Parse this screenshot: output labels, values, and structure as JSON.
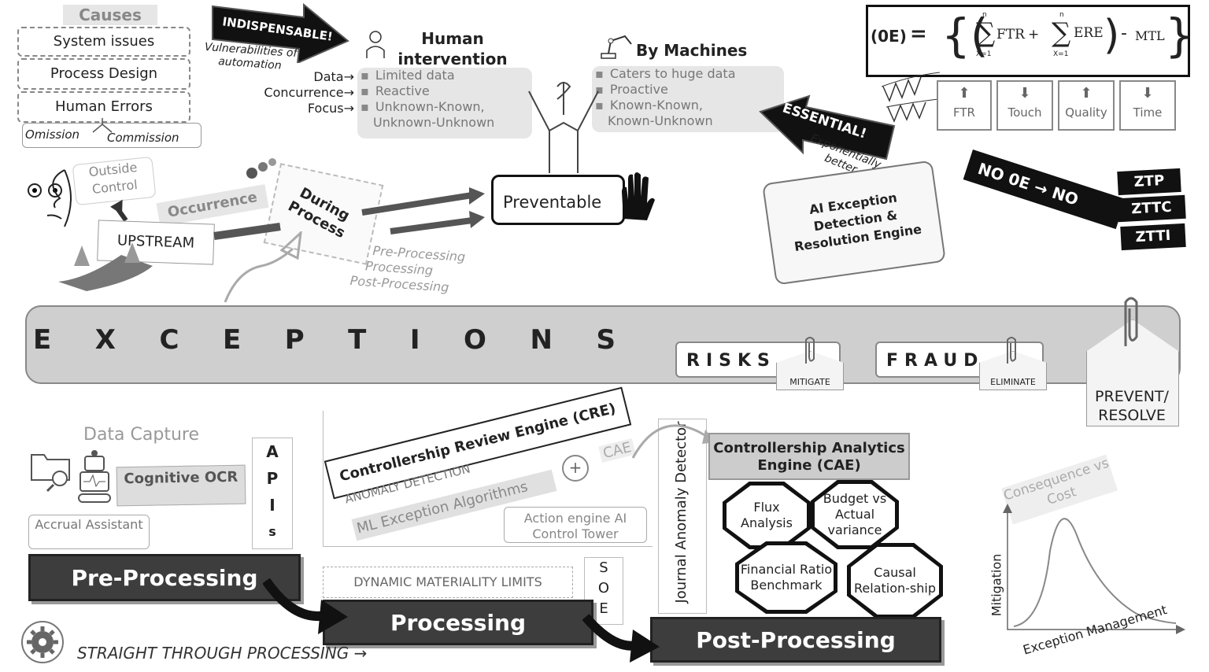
{
  "causes": {
    "title": "Causes",
    "items": [
      "System issues",
      "Process Design",
      "Human Errors"
    ],
    "sub": [
      "Omission",
      "Commission"
    ]
  },
  "indispensable": {
    "arrow_label": "INDISPENSABLE!",
    "note": "Vulnerabilities of automation"
  },
  "human": {
    "title": "Human intervention",
    "row_labels": [
      "Data",
      "Concurrence",
      "Focus"
    ],
    "items": [
      "Limited data",
      "Reactive",
      "Unknown-Known,",
      "Unknown-Unknown"
    ]
  },
  "machines": {
    "title": "By Machines",
    "items": [
      "Caters to huge data",
      "Proactive",
      "Known-Known,",
      "Known-Unknown"
    ]
  },
  "essential": {
    "arrow_label": "ESSENTIAL!",
    "note": "Exponentially better"
  },
  "formula": {
    "lhs": "(0E)",
    "eq": "=",
    "ftr": "FTR",
    "plus": "+",
    "ere": "ERE",
    "mtl": "MTL",
    "minus": "-",
    "n": "n",
    "x1": "X=1"
  },
  "metrics": [
    "FTR",
    "Touch",
    "Quality",
    "Time"
  ],
  "no0e": {
    "label": "NO 0E → NO",
    "tags": [
      "ZTP",
      "ZTTC",
      "ZTTI"
    ]
  },
  "left_mid": {
    "outside": "Outside Control",
    "occurrence": "Occurrence",
    "upstream": "UPSTREAM",
    "during": "During Process",
    "stages": [
      "Pre-Processing",
      "Processing",
      "Post-Processing"
    ]
  },
  "preventable": "Preventable",
  "ai_engine": "AI Exception Detection & Resolution Engine",
  "exceptions": {
    "letters": [
      "E",
      "X",
      "C",
      "E",
      "P",
      "T",
      "I",
      "O",
      "N",
      "S"
    ],
    "risks": "RISKS",
    "risks_tag": "MITIGATE",
    "fraud": "FRAUD",
    "fraud_tag": "ELIMINATE",
    "prevent": "PREVENT/ RESOLVE"
  },
  "pre": {
    "data_capture": "Data Capture",
    "cognitive": "Cognitive OCR",
    "apis": [
      "A",
      "P",
      "I",
      "s"
    ],
    "accrual": "Accrual Assistant",
    "bar": "Pre-Processing"
  },
  "proc": {
    "cre": "Controllership Review Engine (CRE)",
    "anomaly": "ANOMALY DETECTION",
    "ml": "ML Exception Algorithms",
    "plus": "+",
    "cae_small": "CAE",
    "action": "Action engine AI Control Tower",
    "materiality": "DYNAMIC MATERIALITY LIMITS",
    "soe": [
      "S",
      "O",
      "E"
    ],
    "bar": "Processing"
  },
  "post": {
    "journal": "Journal Anomaly Detector",
    "cae": "Controllership Analytics Engine (CAE)",
    "octagons": [
      "Flux Analysis",
      "Budget vs Actual variance",
      "Financial Ratio Benchmark",
      "Causal Relation-ship"
    ],
    "bar": "Post-Processing"
  },
  "graph": {
    "title": "Consequence vs Cost",
    "ylabel": "Mitigation",
    "xlabel": "Exception Management"
  },
  "stp": "STRAIGHT THROUGH PROCESSING →"
}
